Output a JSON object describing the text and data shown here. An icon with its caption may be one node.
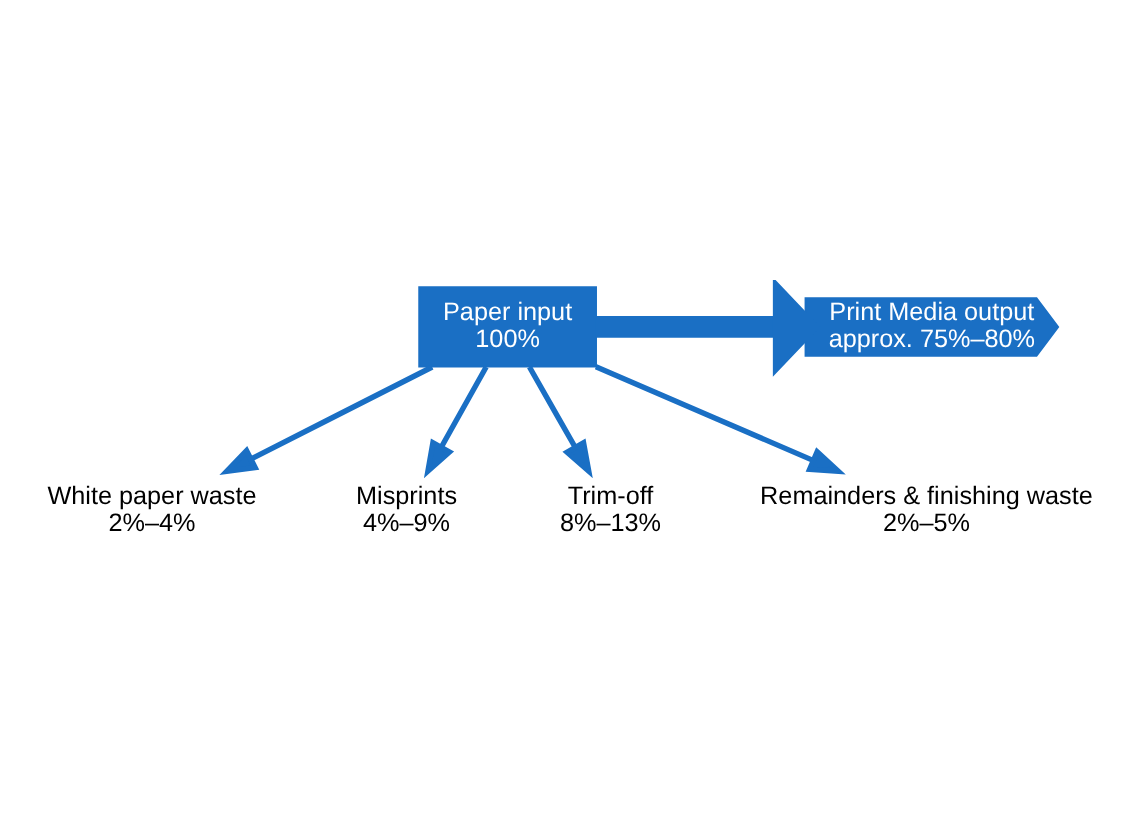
{
  "diagram": {
    "nodes": [
      {
        "text": [
          "Paper input",
          "100%"
        ]
      },
      {
        "text": [
          "Print Media output",
          "approx. 75%–80%"
        ]
      },
      {
        "text": [
          "White paper waste",
          "2%–4%"
        ]
      },
      {
        "text": [
          "Misprints",
          "4%–9%"
        ]
      },
      {
        "text": [
          "Trim-off",
          "8%–13%"
        ]
      },
      {
        "text": [
          "Remainders & finishing waste",
          "2%–5%"
        ]
      }
    ],
    "edges": [
      {
        "from": 0,
        "to": 1,
        "arrow": "to",
        "style": "thick"
      },
      {
        "from": 0,
        "to": 2,
        "arrow": "to"
      },
      {
        "from": 0,
        "to": 3,
        "arrow": "to"
      },
      {
        "from": 0,
        "to": 4,
        "arrow": "to"
      },
      {
        "from": 0,
        "to": 5,
        "arrow": "to"
      }
    ]
  }
}
